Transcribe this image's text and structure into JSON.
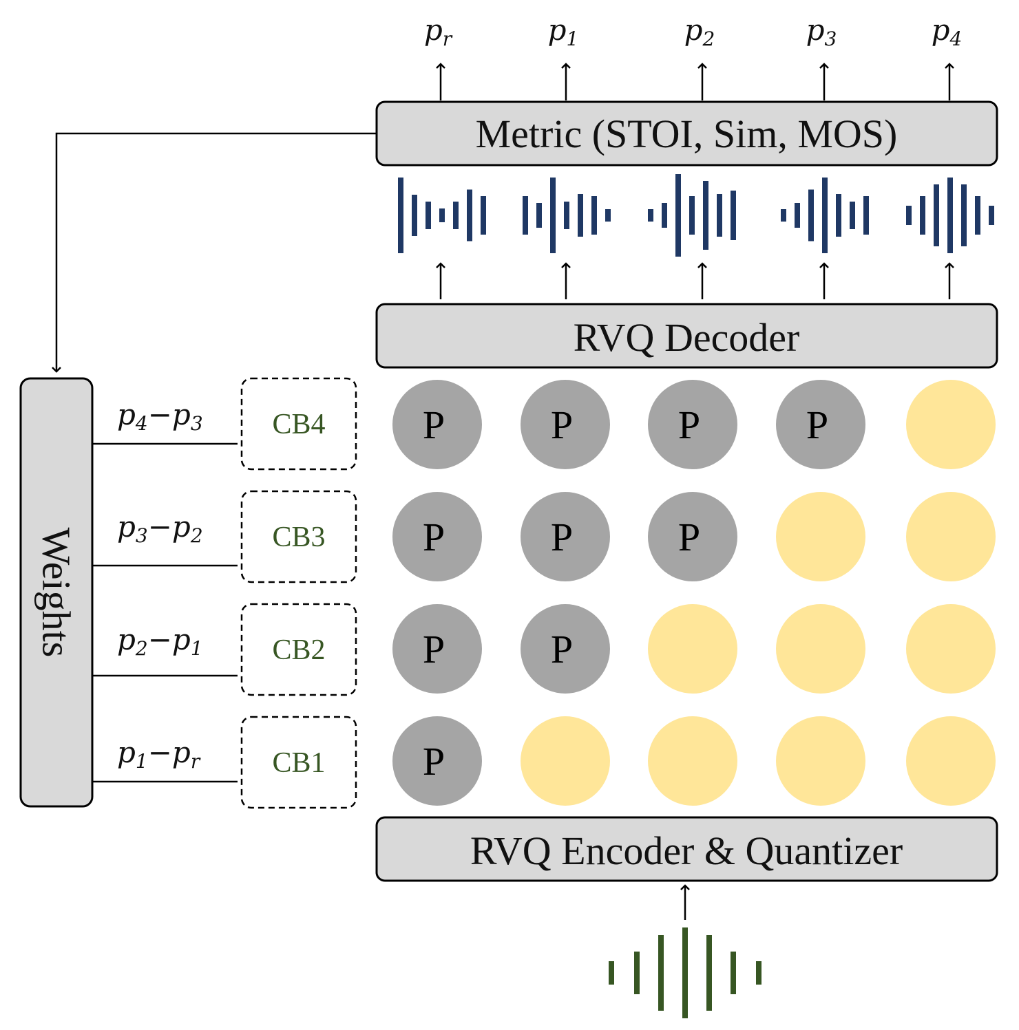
{
  "metric_box": {
    "label": "Metric (STOI, Sim, MOS)"
  },
  "decoder_box": {
    "label": "RVQ Decoder"
  },
  "encoder_box": {
    "label": "RVQ Encoder & Quantizer"
  },
  "weights_box": {
    "label": "Weights"
  },
  "outputs": [
    {
      "base": "p",
      "sub": "r"
    },
    {
      "base": "p",
      "sub": "1"
    },
    {
      "base": "p",
      "sub": "2"
    },
    {
      "base": "p",
      "sub": "3"
    },
    {
      "base": "p",
      "sub": "4"
    }
  ],
  "differences": [
    {
      "a": "p",
      "a_sub": "4",
      "op": "−",
      "b": "p",
      "b_sub": "3"
    },
    {
      "a": "p",
      "a_sub": "3",
      "op": "−",
      "b": "p",
      "b_sub": "2"
    },
    {
      "a": "p",
      "a_sub": "2",
      "op": "−",
      "b": "p",
      "b_sub": "1"
    },
    {
      "a": "p",
      "a_sub": "1",
      "op": "−",
      "b": "p",
      "b_sub": "r"
    }
  ],
  "codebooks": [
    "CB4",
    "CB3",
    "CB2",
    "CB1"
  ],
  "grid": {
    "token_label": "P",
    "rows": [
      [
        true,
        true,
        true,
        true,
        false
      ],
      [
        true,
        true,
        true,
        false,
        false
      ],
      [
        true,
        true,
        false,
        false,
        false
      ],
      [
        true,
        false,
        false,
        false,
        false
      ]
    ]
  },
  "colors": {
    "box_fill": "#d9d9d9",
    "prompt_token": "#a5a5a5",
    "empty_token": "#ffe699",
    "decoded_wave": "#1f3864",
    "input_wave": "#375623",
    "codebook_text": "#375623"
  },
  "icons": [
    "decoded-waveform-icon",
    "input-waveform-icon"
  ]
}
